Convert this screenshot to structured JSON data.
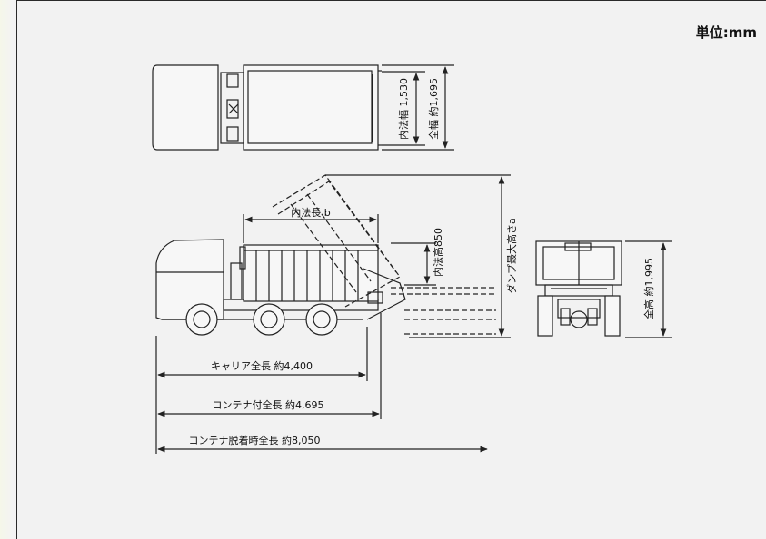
{
  "unit_label": "単位:mm",
  "dimensions": {
    "inner_width": "内法幅 1,530",
    "overall_width": "全幅 約1,695",
    "inner_length": "内法長 b",
    "inner_height": "内法高850",
    "dump_max_height": "ダンプ最大高さa",
    "overall_height": "全高 約1,995",
    "carrier_length": "キャリア全長 約4,400",
    "container_length": "コンテナ付全長 約4,695",
    "detach_length": "コンテナ脱着時全長 約8,050"
  },
  "colors": {
    "line": "#222222",
    "background": "#f2f2f2"
  }
}
